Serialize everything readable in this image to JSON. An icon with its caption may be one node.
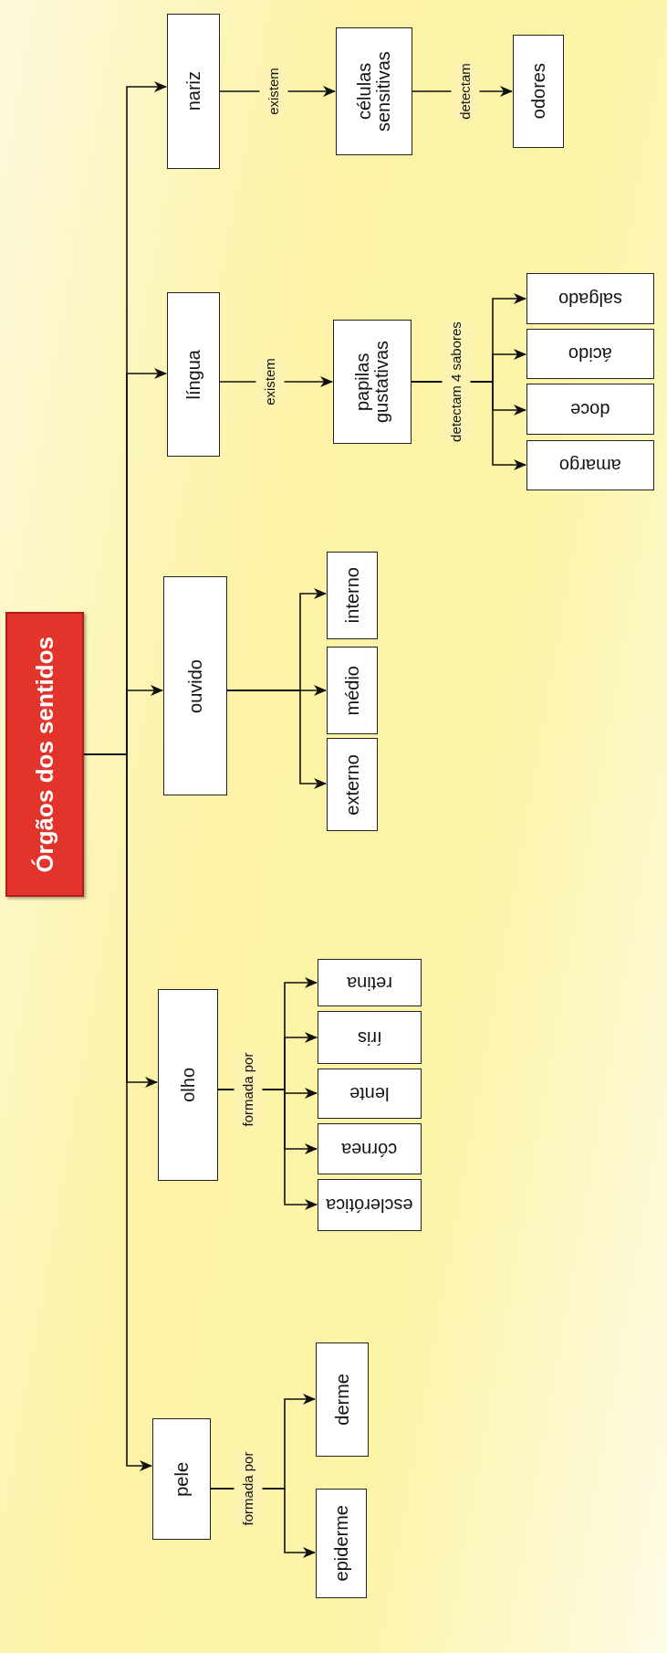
{
  "diagram": {
    "nodes": [
      {
        "text": [
          "Órgãos dos sentidos"
        ]
      },
      {
        "text": [
          "nariz"
        ]
      },
      {
        "text": [
          "células sensitivas"
        ]
      },
      {
        "text": [
          "odores"
        ]
      },
      {
        "text": [
          "língua"
        ]
      },
      {
        "text": [
          "papilas gustativas"
        ]
      },
      {
        "text": [
          "salgado"
        ]
      },
      {
        "text": [
          "ácido"
        ]
      },
      {
        "text": [
          "doce"
        ]
      },
      {
        "text": [
          "amargo"
        ]
      },
      {
        "text": [
          "ouvido"
        ]
      },
      {
        "text": [
          "interno"
        ]
      },
      {
        "text": [
          "médio"
        ]
      },
      {
        "text": [
          "externo"
        ]
      },
      {
        "text": [
          "olho"
        ]
      },
      {
        "text": [
          "retina"
        ]
      },
      {
        "text": [
          "íris"
        ]
      },
      {
        "text": [
          "lente"
        ]
      },
      {
        "text": [
          "córnea"
        ]
      },
      {
        "text": [
          "esclerótica"
        ]
      },
      {
        "text": [
          "pele"
        ]
      },
      {
        "text": [
          "derme"
        ]
      },
      {
        "text": [
          "epiderme"
        ]
      }
    ],
    "edges": [
      {
        "from": 0,
        "to": 1,
        "arrow": "to"
      },
      {
        "from": 0,
        "to": 4,
        "arrow": "to"
      },
      {
        "from": 0,
        "to": 10,
        "arrow": "to"
      },
      {
        "from": 0,
        "to": 14,
        "arrow": "to"
      },
      {
        "from": 0,
        "to": 20,
        "arrow": "to"
      },
      {
        "from": 1,
        "to": 2,
        "arrow": "to",
        "label": "existem"
      },
      {
        "from": 2,
        "to": 3,
        "arrow": "to",
        "label": "detectam"
      },
      {
        "from": 4,
        "to": 5,
        "arrow": "to",
        "label": "existem"
      },
      {
        "from": 5,
        "to": 6,
        "arrow": "to",
        "label": "detectam 4 sabores"
      },
      {
        "from": 5,
        "to": 7,
        "arrow": "to"
      },
      {
        "from": 5,
        "to": 8,
        "arrow": "to"
      },
      {
        "from": 5,
        "to": 9,
        "arrow": "to"
      },
      {
        "from": 10,
        "to": 11,
        "arrow": "to"
      },
      {
        "from": 10,
        "to": 12,
        "arrow": "to"
      },
      {
        "from": 10,
        "to": 13,
        "arrow": "to"
      },
      {
        "from": 14,
        "to": 15,
        "arrow": "to",
        "label": "formada por"
      },
      {
        "from": 14,
        "to": 16,
        "arrow": "to"
      },
      {
        "from": 14,
        "to": 17,
        "arrow": "to"
      },
      {
        "from": 14,
        "to": 18,
        "arrow": "to"
      },
      {
        "from": 14,
        "to": 19,
        "arrow": "to"
      },
      {
        "from": 20,
        "to": 21,
        "arrow": "to",
        "label": "formada por"
      },
      {
        "from": 20,
        "to": 22,
        "arrow": "to"
      }
    ]
  }
}
